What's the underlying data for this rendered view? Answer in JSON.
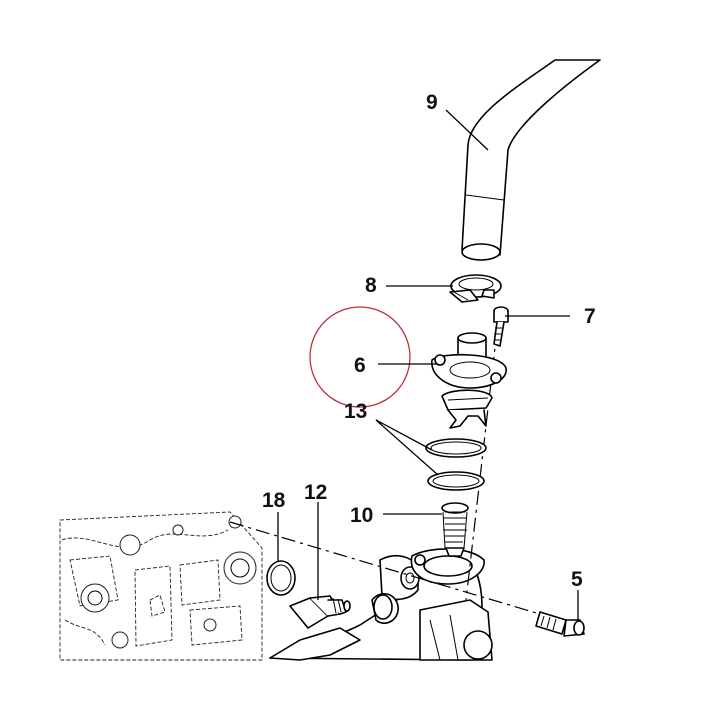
{
  "diagram": {
    "callouts": {
      "c9": "9",
      "c8": "8",
      "c7": "7",
      "c6": "6",
      "c13": "13",
      "c18": "18",
      "c12": "12",
      "c10": "10",
      "c5": "5"
    },
    "highlight_color": "#c0303a",
    "line_color": "#000000"
  }
}
